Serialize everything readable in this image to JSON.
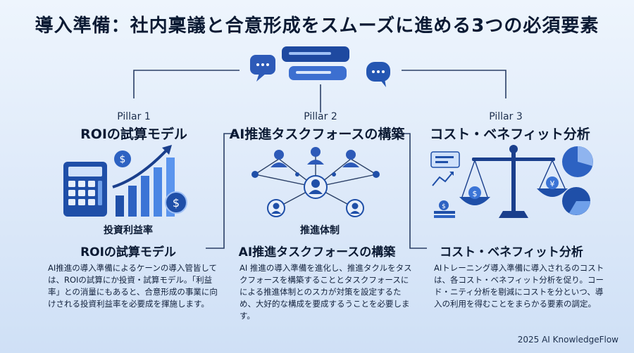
{
  "title": "導入準備：社内稟議と合意形成をスムーズに進める3つの必須要素",
  "pillars": [
    {
      "tag": "Pillar 1",
      "heading": "ROIの試算モデル",
      "illustration_caption": "投資利益率",
      "subheading": "ROIの試算モデル",
      "description": "AI推進の導入準備によるケーンの導入管皆しては、ROIの試算にか投資・試算モデル。「利益率」との消量にもあると、合意形成の事業に向けされる投資利益率を必要成を揮施します。"
    },
    {
      "tag": "Pillar 2",
      "heading": "AI推進タスクフォースの構築",
      "illustration_caption": "推進体制",
      "subheading": "AI推進タスクフォースの構築",
      "description": "AI 推進の導入準備を進化し、推進タクルをタスクフォースを構築することとタスクフォースにによる推進体制とのスカが対策を設定するため、大好的な構成を要成するうことを必要します。"
    },
    {
      "tag": "Pillar 3",
      "heading": "コスト・ベネフィット分析",
      "subheading": "コスト・ベネフィット分析",
      "description": "AIトレーニング導入準備に導入されるのコストは、各コスト・ベネフィット分析を促り。コード・ニティ分析を剔減にコストを分といつ、導入の利用を得むことをまらかる要素の調定。"
    }
  ],
  "footer": "2025 AI KnowledgeFlow",
  "colors": {
    "accent": "#1f4fa8",
    "accent_light": "#5b8fe0",
    "dark": "#0b1a33",
    "line": "#2a3f66"
  },
  "icons": [
    "chat-bubbles-icon",
    "calculator-icon",
    "growth-chart-icon",
    "dollar-coin-icon",
    "people-network-icon",
    "balance-scale-icon",
    "pie-chart-icon",
    "document-icon"
  ]
}
